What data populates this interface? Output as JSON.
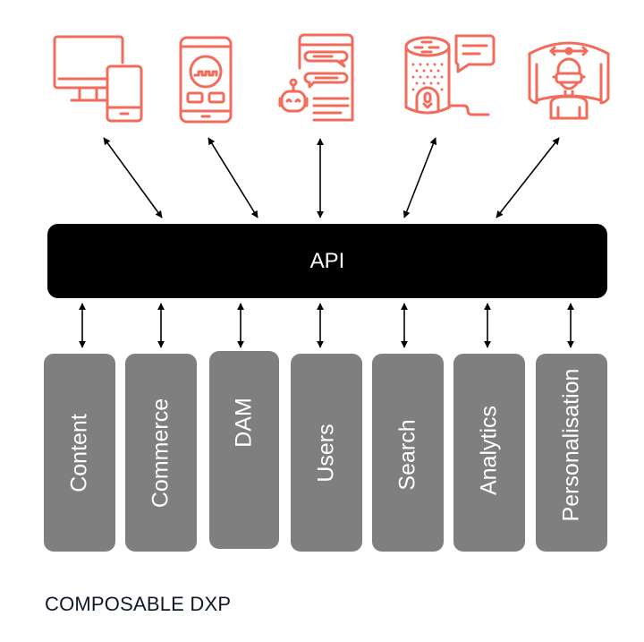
{
  "diagram": {
    "title": "COMPOSABLE DXP",
    "hub_label": "API",
    "accent_color": "#f26b5b",
    "hub_color": "#000000",
    "service_color": "#7f7f7f",
    "channels": [
      {
        "name": "desktop-and-mobile",
        "icon": "desktop-tablet-icon"
      },
      {
        "name": "mobile-app",
        "icon": "smartphone-app-icon"
      },
      {
        "name": "chatbot",
        "icon": "chatbot-icon"
      },
      {
        "name": "voice-assistant",
        "icon": "smart-speaker-icon"
      },
      {
        "name": "virtual-reality",
        "icon": "vr-headset-icon"
      }
    ],
    "services": [
      {
        "label": "Content"
      },
      {
        "label": "Commerce"
      },
      {
        "label": "DAM"
      },
      {
        "label": "Users"
      },
      {
        "label": "Search"
      },
      {
        "label": "Analytics"
      },
      {
        "label": "Personalisation"
      }
    ],
    "connections": "bidirectional"
  }
}
